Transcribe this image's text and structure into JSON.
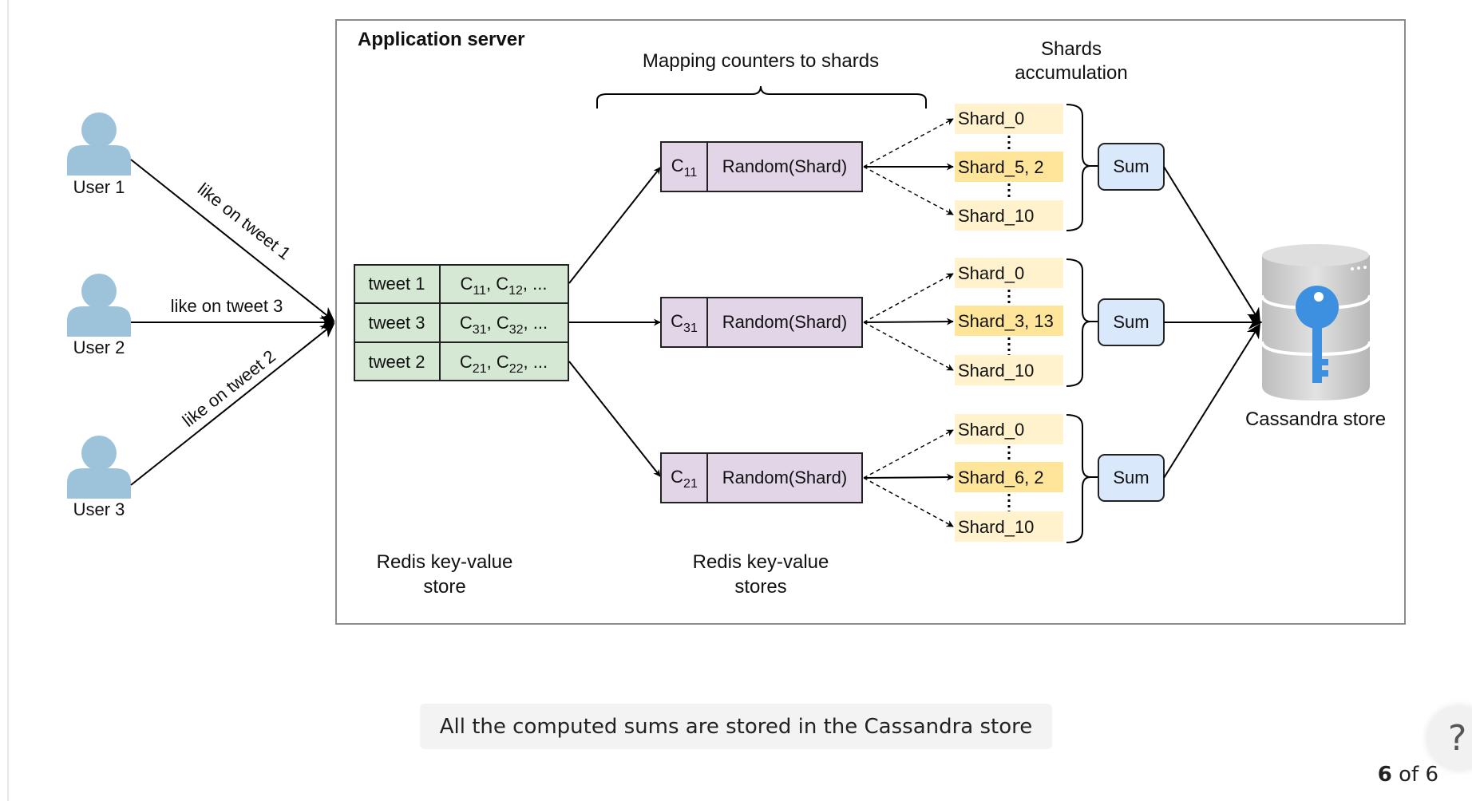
{
  "server_title": "Application server",
  "users": [
    {
      "label": "User 1"
    },
    {
      "label": "User 2"
    },
    {
      "label": "User 3"
    }
  ],
  "edge_labels": {
    "user1": "like on tweet 1",
    "user2": "like on tweet 3",
    "user3": "like on tweet 2"
  },
  "mapping_title": "Mapping counters to shards",
  "accumulation_title": [
    "Shards",
    "accumulation"
  ],
  "tweet_table": [
    {
      "key": "tweet 1",
      "value": "C11, C12, ..."
    },
    {
      "key": "tweet 3",
      "value": "C31, C32, ..."
    },
    {
      "key": "tweet 2",
      "value": "C21, C22, ..."
    }
  ],
  "counters": [
    {
      "name": "C11",
      "func": "Random(Shard)"
    },
    {
      "name": "C31",
      "func": "Random(Shard)"
    },
    {
      "name": "C21",
      "func": "Random(Shard)"
    }
  ],
  "shard_groups": [
    {
      "top": "Shard_0",
      "middle": "Shard_5, 2",
      "bottom": "Shard_10",
      "sum": "Sum"
    },
    {
      "top": "Shard_0",
      "middle": "Shard_3, 13",
      "bottom": "Shard_10",
      "sum": "Sum"
    },
    {
      "top": "Shard_0",
      "middle": "Shard_6, 2",
      "bottom": "Shard_10",
      "sum": "Sum"
    }
  ],
  "redis_label_1": [
    "Redis key-value",
    "store"
  ],
  "redis_label_2": [
    "Redis key-value",
    "stores"
  ],
  "cassandra_label": "Cassandra store",
  "caption": "All the computed sums are stored in the Cassandra store",
  "pager": {
    "current": "6",
    "of_total": "of 6"
  },
  "help": "?",
  "colors": {
    "user": "#9cc3da",
    "tweet_table": "#d5e8d4",
    "counter_box": "#e1d5e7",
    "shard_light": "#fff2cc",
    "shard_highlight": "#ffe599",
    "sum_box": "#dae8fc",
    "key": "#3d8fe0",
    "cylinder": "#c9c9c9"
  }
}
